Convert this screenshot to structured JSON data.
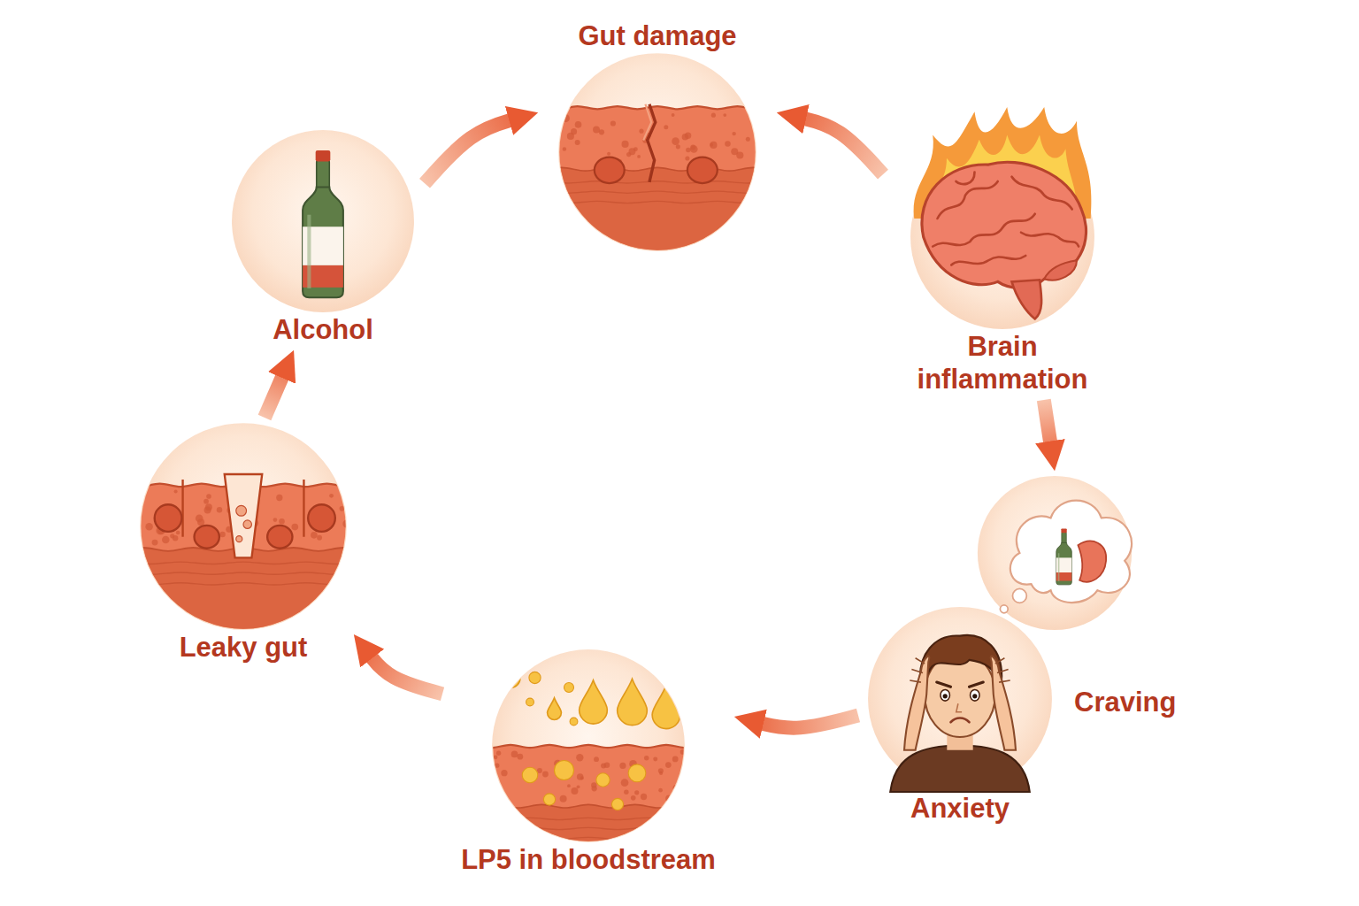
{
  "diagram": {
    "nodes": [
      {
        "text": [
          "Gut damage"
        ]
      },
      {
        "text": [
          "Alcohol"
        ]
      },
      {
        "text": [
          "Brain inflammation"
        ]
      },
      {
        "text": [
          "Craving"
        ]
      },
      {
        "text": [
          "Anxiety"
        ]
      },
      {
        "text": [
          "LP5 in bloodstream"
        ]
      },
      {
        "text": [
          "Leaky gut"
        ]
      }
    ],
    "edges": [
      {
        "from": 1,
        "to": 0,
        "arrow": "to"
      },
      {
        "from": 2,
        "to": 0,
        "arrow": "to"
      },
      {
        "from": 2,
        "to": 3,
        "arrow": "to"
      },
      {
        "from": 4,
        "to": 5,
        "arrow": "to"
      },
      {
        "from": 5,
        "to": 6,
        "arrow": "to"
      },
      {
        "from": 6,
        "to": 1,
        "arrow": "to"
      }
    ]
  }
}
